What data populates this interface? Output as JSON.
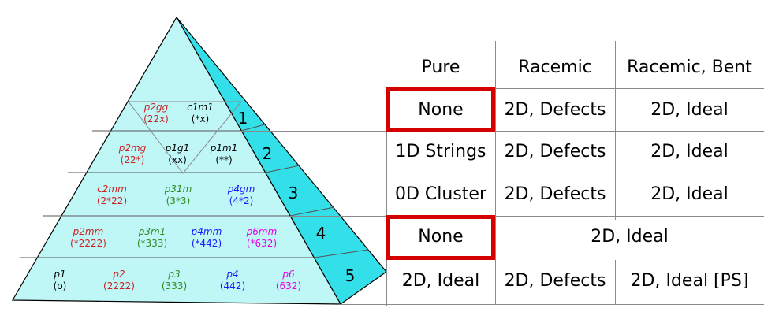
{
  "colors": {
    "pyramid_fill": "#bff7f7",
    "pyramid_side": "#33dfe8",
    "outline": "#000000",
    "red": "#cc2222",
    "green": "#2e8b22",
    "blue": "#1a1aff",
    "magenta": "#e600e6",
    "black": "#000000",
    "highlight": "#d40000"
  },
  "tiers": [
    {
      "number": "1",
      "groups": [
        {
          "name": "p2gg",
          "orbifold": "(22x)",
          "color": "red"
        },
        {
          "name": "c1m1",
          "orbifold": "(*x)",
          "color": "black"
        }
      ]
    },
    {
      "number": "2",
      "groups": [
        {
          "name": "p2mg",
          "orbifold": "(22*)",
          "color": "red"
        },
        {
          "name": "p1g1",
          "orbifold": "(xx)",
          "color": "black"
        },
        {
          "name": "p1m1",
          "orbifold": "(**)",
          "color": "black"
        }
      ]
    },
    {
      "number": "3",
      "groups": [
        {
          "name": "c2mm",
          "orbifold": "(2*22)",
          "color": "red"
        },
        {
          "name": "p31m",
          "orbifold": "(3*3)",
          "color": "green"
        },
        {
          "name": "p4gm",
          "orbifold": "(4*2)",
          "color": "blue"
        }
      ]
    },
    {
      "number": "4",
      "groups": [
        {
          "name": "p2mm",
          "orbifold": "(*2222)",
          "color": "red"
        },
        {
          "name": "p3m1",
          "orbifold": "(*333)",
          "color": "green"
        },
        {
          "name": "p4mm",
          "orbifold": "(*442)",
          "color": "blue"
        },
        {
          "name": "p6mm",
          "orbifold": "(*632)",
          "color": "magenta"
        }
      ]
    },
    {
      "number": "5",
      "groups": [
        {
          "name": "p1",
          "orbifold": "(o)",
          "color": "black"
        },
        {
          "name": "p2",
          "orbifold": "(2222)",
          "color": "red"
        },
        {
          "name": "p3",
          "orbifold": "(333)",
          "color": "green"
        },
        {
          "name": "p4",
          "orbifold": "(442)",
          "color": "blue"
        },
        {
          "name": "p6",
          "orbifold": "(632)",
          "color": "magenta"
        }
      ]
    }
  ],
  "table": {
    "headers": [
      "Pure",
      "Racemic",
      "Racemic, Bent"
    ],
    "rows": [
      {
        "pure": "None",
        "racemic": "2D, Defects",
        "bent": "2D, Ideal",
        "merged": ""
      },
      {
        "pure": "1D Strings",
        "racemic": "2D, Defects",
        "bent": "2D, Ideal",
        "merged": ""
      },
      {
        "pure": "0D Cluster",
        "racemic": "2D, Defects",
        "bent": "2D, Ideal",
        "merged": ""
      },
      {
        "pure": "None",
        "racemic": "",
        "bent": "",
        "merged": "2D, Ideal"
      },
      {
        "pure": "2D, Ideal",
        "racemic": "2D, Defects",
        "bent": "2D, Ideal [PS]",
        "merged": ""
      }
    ],
    "highlighted_rows": [
      0,
      3
    ]
  }
}
